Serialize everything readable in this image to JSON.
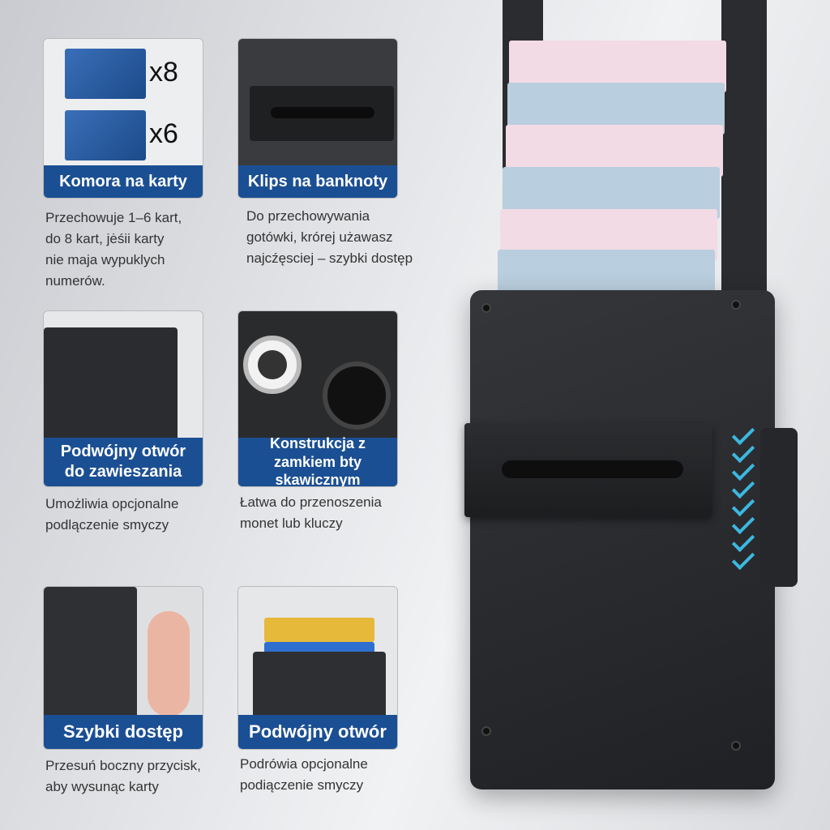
{
  "panels": [
    {
      "title": "Komora na karty",
      "desc": "Przechowuje 1–6 kart,\ndo 8 kart, jėśii karty\nnie maja wypuklych\nnumerów.",
      "counts": [
        "x8",
        "x6"
      ]
    },
    {
      "title": "Klips na banknoty",
      "desc": "Do przechowywania\ngotówki, krórej użawasz\nnajcźęsciej – szybki dostęp"
    },
    {
      "title": "Podwójny otwór do zawieszania",
      "desc": "Umożliwia opcjonalne\npodlączenie smyczy"
    },
    {
      "title": "Konstrukcja z zamkiem bty skawicznym",
      "desc": "Łatwa do przenoszenia\nmonet lub kluczy"
    },
    {
      "title": "Szybki dostęp",
      "desc": "Przesuń boczny przycisk,\naby wysunąc karty"
    },
    {
      "title": "Podwójny otwór",
      "desc": "Podrówia opcjonalne\npodiączenie smyczy"
    }
  ],
  "colors": {
    "label_bg": "#1b4f93",
    "arrow": "#3cb8e0"
  }
}
